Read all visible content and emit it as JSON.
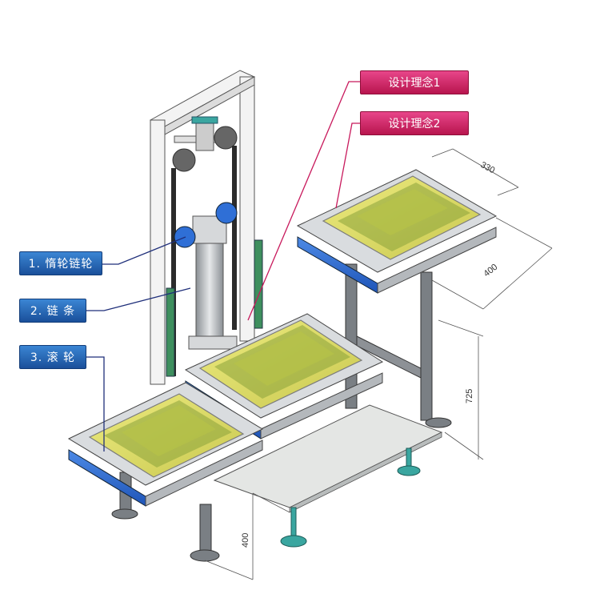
{
  "callouts_pink": [
    {
      "label": "设计理念1"
    },
    {
      "label": "设计理念2"
    }
  ],
  "callouts_blue": [
    {
      "label": "1. 惰轮链轮"
    },
    {
      "label": "2. 链 条"
    },
    {
      "label": "3. 滚 轮"
    }
  ],
  "dimensions": {
    "d330": "330",
    "d400_top": "400",
    "d725": "725",
    "d400_bottom": "400"
  },
  "colors": {
    "pink": "#c8195c",
    "blue": "#1f5ca8",
    "roller_blue": "#2f6fd6",
    "tray_yellow": "#e7e65a",
    "tray_green": "#8aa33a",
    "frame_gray": "#9aa0a6",
    "teal_foot": "#3aa6a0"
  }
}
